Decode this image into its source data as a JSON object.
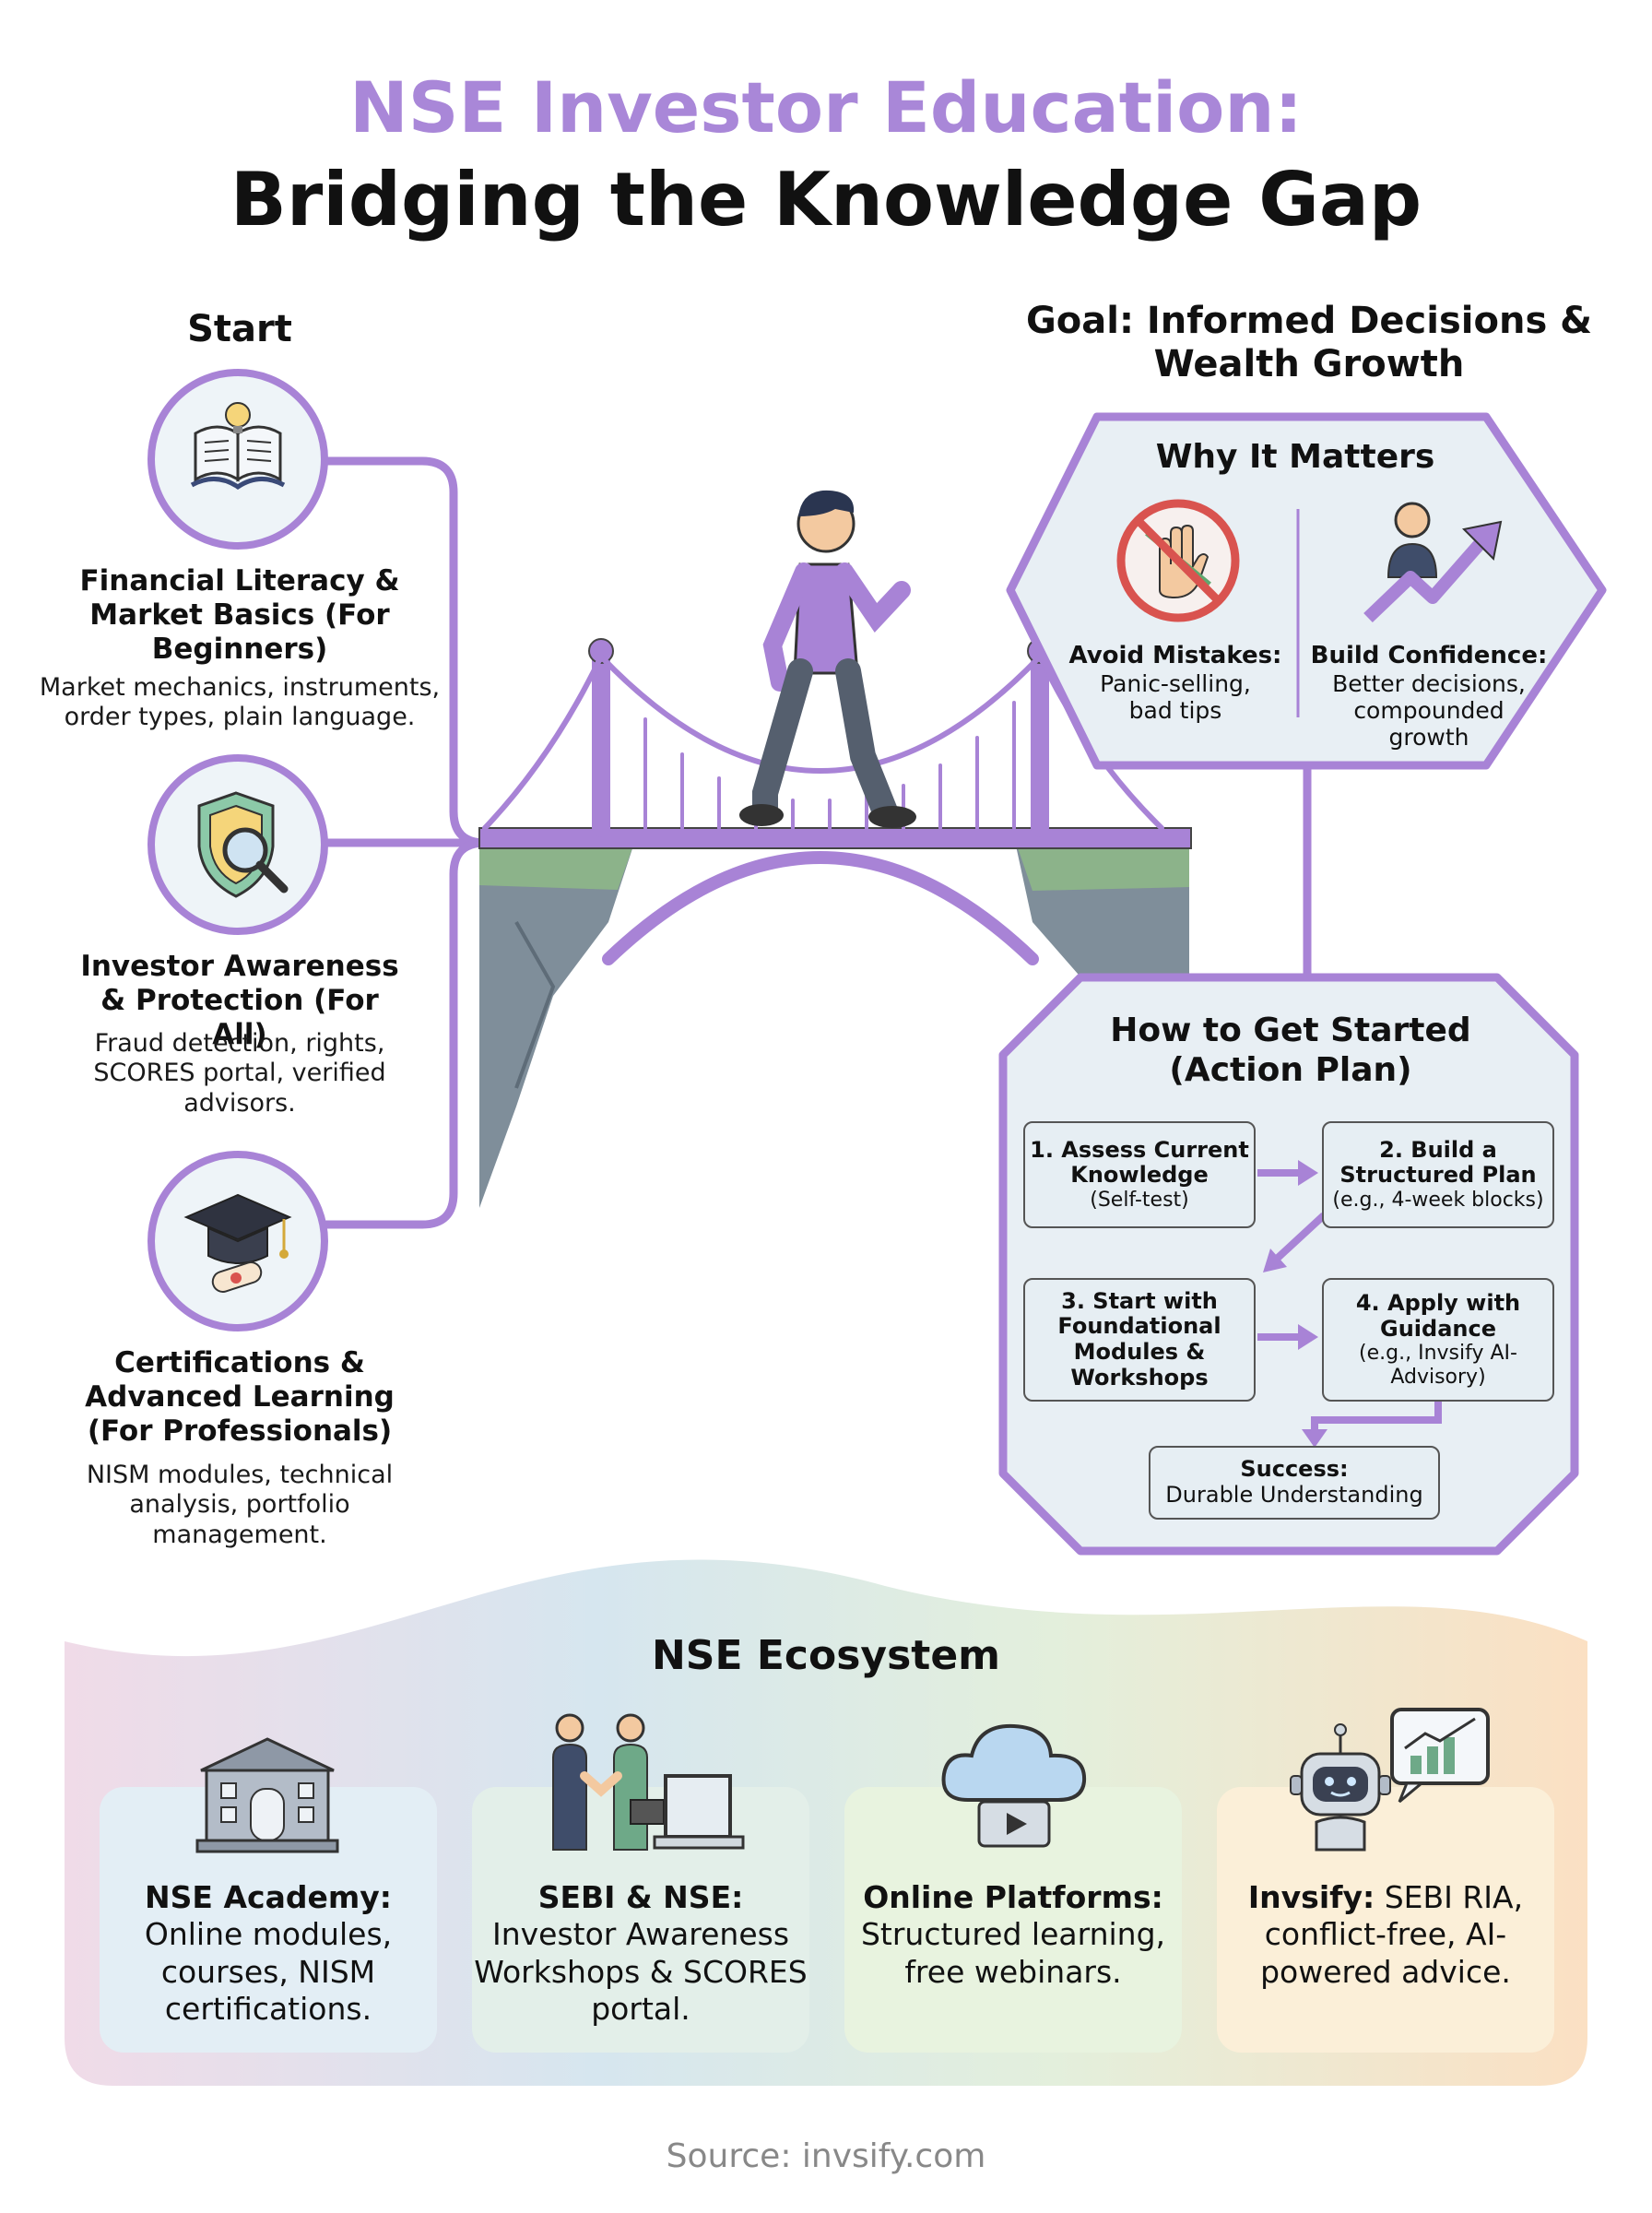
{
  "header": {
    "title_line1": "NSE Investor Education:",
    "title_line2": "Bridging the Knowledge Gap"
  },
  "start_label": "Start",
  "goal_label": "Goal: Informed Decisions & Wealth Growth",
  "steps": [
    {
      "icon": "book-lightbulb-icon",
      "title": "Financial Literacy & Market Basics (For Beginners)",
      "desc": "Market mechanics, instruments, order types, plain language."
    },
    {
      "icon": "shield-magnifier-icon",
      "title": "Investor Awareness & Protection (For All)",
      "desc": "Fraud detection, rights, SCORES portal, verified advisors."
    },
    {
      "icon": "graduation-cap-icon",
      "title": "Certifications & Advanced Learning (For Professionals)",
      "desc": "NISM modules, technical analysis, portfolio management."
    }
  ],
  "why": {
    "title": "Why It Matters",
    "items": [
      {
        "icon": "no-panic-icon",
        "title": "Avoid Mistakes:",
        "desc": "Panic-selling, bad tips"
      },
      {
        "icon": "growth-person-icon",
        "title": "Build Confidence:",
        "desc": "Better decisions, compounded growth"
      }
    ]
  },
  "plan": {
    "title": "How to Get Started (Action Plan)",
    "steps": [
      {
        "bold": "1. Assess Current Knowledge",
        "sub": "(Self-test)"
      },
      {
        "bold": "2. Build a Structured Plan",
        "sub": "(e.g., 4-week blocks)"
      },
      {
        "bold": "3. Start with Foundational Modules & Workshops",
        "sub": ""
      },
      {
        "bold": "4. Apply with Guidance",
        "sub": "(e.g., Invsify AI-Advisory)"
      }
    ],
    "success_bold": "Success:",
    "success_sub": "Durable Understanding"
  },
  "ecosystem": {
    "title": "NSE Ecosystem",
    "cards": [
      {
        "icon": "bank-building-icon",
        "lead": "NSE Academy:",
        "text": "Online modules, courses, NISM certifications.",
        "color": "#e3eef5"
      },
      {
        "icon": "handshake-laptop-icon",
        "lead": "SEBI & NSE:",
        "text": "Investor Awareness Workshops & SCORES portal.",
        "color": "#e3efe9"
      },
      {
        "icon": "cloud-video-icon",
        "lead": "Online Platforms:",
        "text": "Structured learning, free webinars.",
        "color": "#e8f3df"
      },
      {
        "icon": "robot-chart-icon",
        "lead": "Invsify:",
        "text": "SEBI RIA, conflict-free, AI-powered advice.",
        "color": "#fbefd8"
      }
    ]
  },
  "source": "Source: invsify.com"
}
